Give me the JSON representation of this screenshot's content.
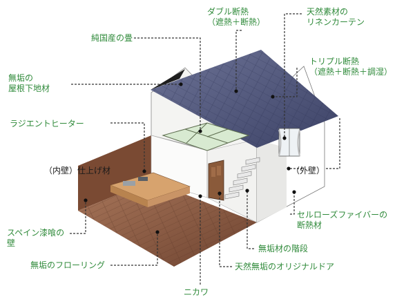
{
  "colors": {
    "label": "#2f8a3a",
    "label_dark": "#1a1a1a",
    "leader": "#333333"
  },
  "labels": {
    "double_insulation": [
      "ダブル断熱",
      "（遮熱＋断熱）"
    ],
    "natural_linen": [
      "天然素材の",
      "リネンカーテン"
    ],
    "pure_tatami": [
      "純国産の畳"
    ],
    "muku_roof": [
      "無垢の",
      "屋根下地材"
    ],
    "triple_insulation": [
      "トリプル断熱",
      "（遮熱＋断熱＋調湿）"
    ],
    "radiant_heater": [
      "ラジエントヒーター"
    ],
    "interior_wall": [
      "（内壁）仕上げ材"
    ],
    "exterior_wall": [
      "（外壁）"
    ],
    "cellulose": [
      "セルローズファイバーの",
      "断熱材"
    ],
    "spanish_wall": [
      "スペイン漆喰の",
      "壁"
    ],
    "muku_stairs": [
      "無垢材の階段"
    ],
    "original_door": [
      "天然無垢のオリジナルドア"
    ],
    "muku_flooring": [
      "無垢のフローリング"
    ],
    "nikawa": [
      "ニカワ"
    ]
  }
}
